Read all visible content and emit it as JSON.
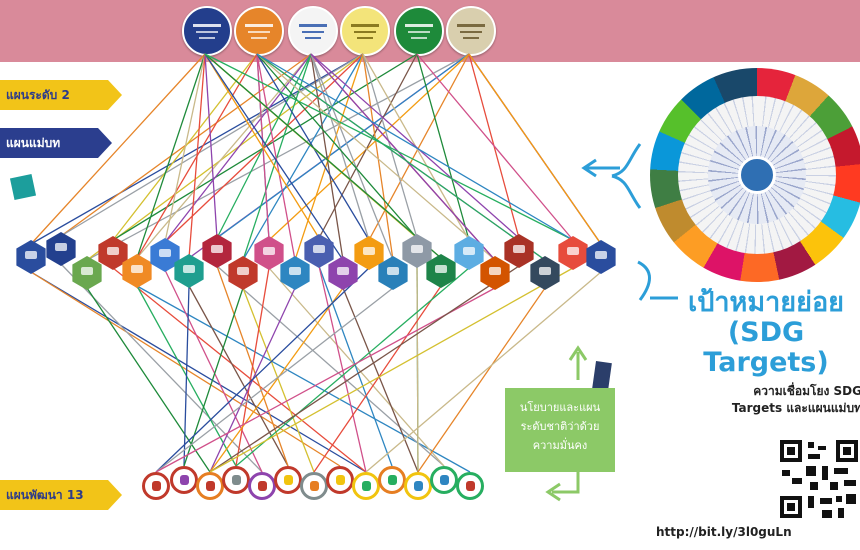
{
  "labels": {
    "level2_plan": "แผนระดับ 2",
    "master_plan": "แผนแม่บท",
    "development_plan_13": "แผนพัฒนา 13"
  },
  "policy_box": {
    "lines": [
      "นโยบายและแผน",
      "ระดับชาติว่าด้วย",
      "ความมั่นคง"
    ]
  },
  "sdg": {
    "title_line1": "เป้าหมายย่อย",
    "title_line2": "(SDG Targets)",
    "desc_line1": "ความเชื่อมโยง SDG",
    "desc_line2": "Targets และแผนแม่บท",
    "url": "http://bit.ly/3l0guLn"
  },
  "colors": {
    "top_band": "#d98a9a",
    "accent_blue": "#2c9ed8",
    "policy_green": "#8cc967",
    "tag_yellow": "#f2c418",
    "tag_blue": "#2b3e8e"
  },
  "icons": [
    "top-plan-badge",
    "master-plan-hexagon",
    "dev-plan-circle",
    "sdg-wheel",
    "qr-code",
    "arrow-icon"
  ]
}
